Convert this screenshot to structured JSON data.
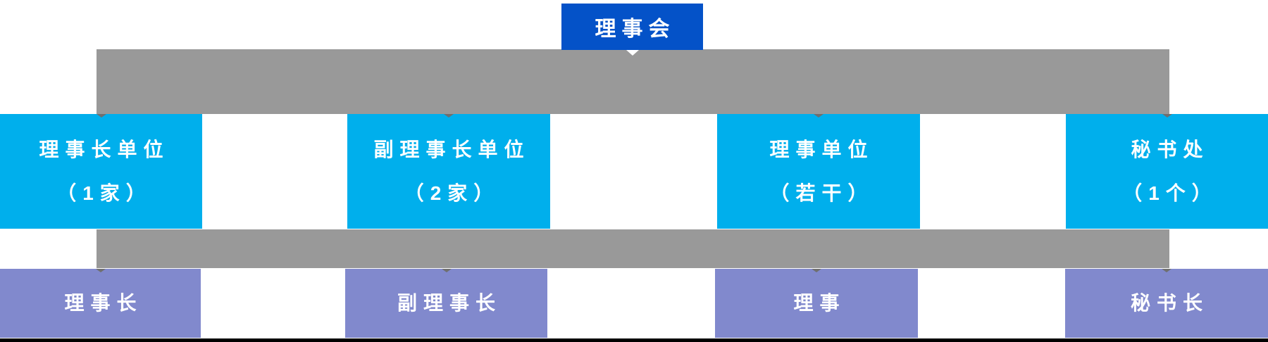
{
  "chart": {
    "root_label": "理事会",
    "units": [
      {
        "line1": "理事长单位",
        "line2": "（1家）"
      },
      {
        "line1": "副理事长单位",
        "line2": "（2家）"
      },
      {
        "line1": "理事单位",
        "line2": "（若干）"
      },
      {
        "line1": "秘书处",
        "line2": "（1个）"
      }
    ],
    "roles": [
      {
        "label": "理事长"
      },
      {
        "label": "副理事长"
      },
      {
        "label": "理事"
      },
      {
        "label": "秘书长"
      }
    ],
    "colors": {
      "root_blue": "#0452C8",
      "unit_cyan": "#00AFEC",
      "role_purple": "#8189CD",
      "connector_gray": "#999999",
      "arrowhead_gray": "#6F6F6F",
      "footer_black": "#000000",
      "text_white": "#FFFFFF"
    }
  }
}
